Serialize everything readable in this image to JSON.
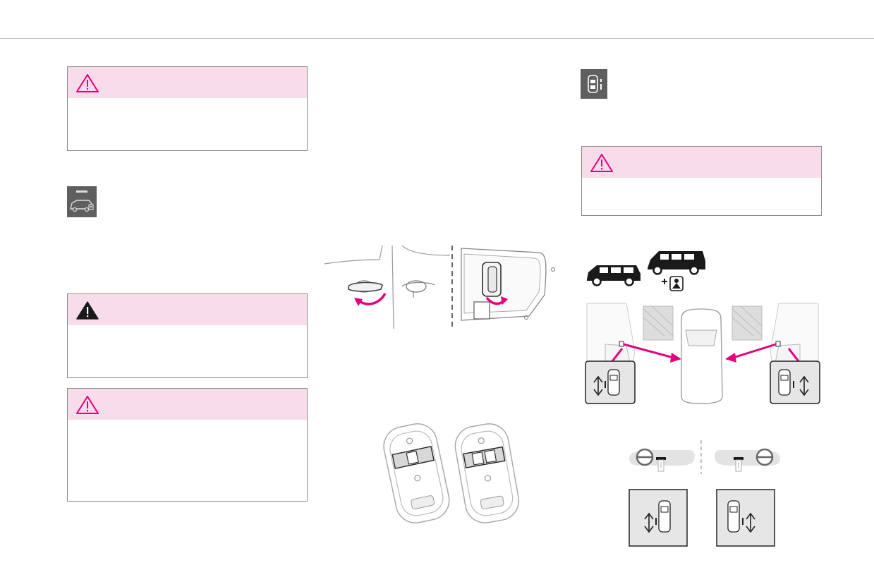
{
  "page": {
    "divider": "horizontal-rule"
  },
  "warning_boxes": [
    {
      "id": "caution-1",
      "icon": "warning-triangle-pink-icon"
    },
    {
      "id": "danger-1",
      "icon": "warning-triangle-black-icon"
    },
    {
      "id": "caution-2",
      "icon": "warning-triangle-pink-icon"
    },
    {
      "id": "caution-3",
      "icon": "warning-triangle-pink-icon"
    }
  ],
  "icons": {
    "van_lock_tile": "van-child-lock-icon",
    "door_child_lock_tile": "door-child-lock-icon"
  },
  "figures": {
    "door_handles": "door-handle-illustration",
    "key_fobs": "remote-key-fobs-illustration",
    "vehicles": "vehicle-variants-illustration",
    "rear_doors": "rear-door-child-lock-switches-illustration",
    "dashboard": "dashboard-switch-positions-illustration"
  },
  "colors": {
    "accent": "#e5007e",
    "band": "#f9dcea",
    "tile": "#5f5f5f",
    "border": "#8a8a8a"
  }
}
